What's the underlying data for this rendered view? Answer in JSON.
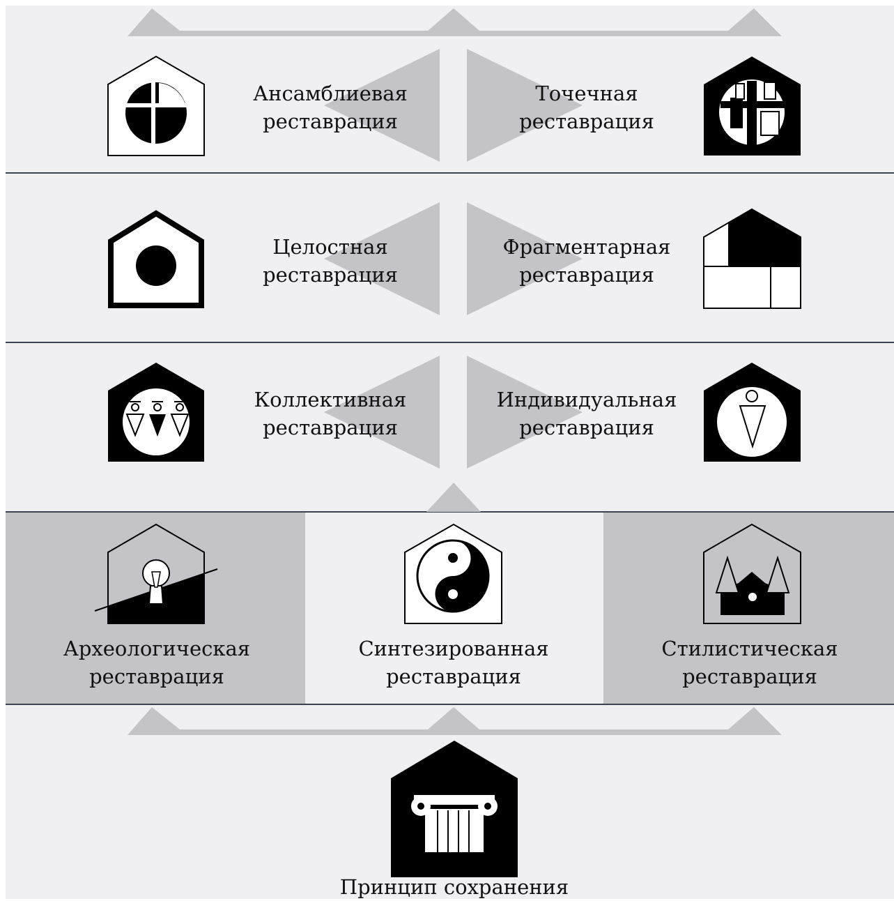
{
  "colors": {
    "background": "#f0f0f2",
    "accent_gray": "#c3c3c8",
    "divider": "#3a4150",
    "ink": "#000000"
  },
  "rows": [
    {
      "left": {
        "line1": "Ансамблиевая",
        "line2": "реставрация",
        "icon": "house-cross-circle-icon"
      },
      "right": {
        "line1": "Точечная",
        "line2": "реставрация",
        "icon": "house-cross-fragment-icon"
      }
    },
    {
      "left": {
        "line1": "Целостная",
        "line2": "реставрация",
        "icon": "house-dot-icon"
      },
      "right": {
        "line1": "Фрагментарная",
        "line2": "реставрация",
        "icon": "house-grid-fragment-icon"
      }
    },
    {
      "left": {
        "line1": "Коллективная",
        "line2": "реставрация",
        "icon": "house-three-figures-icon"
      },
      "right": {
        "line1": "Индивидуальная",
        "line2": "реставрация",
        "icon": "house-single-figure-icon"
      }
    }
  ],
  "methods": [
    {
      "line1": "Археологическая",
      "line2": "реставрация",
      "icon": "house-excavation-icon"
    },
    {
      "line1": "Синтезированная",
      "line2": "реставрация",
      "icon": "house-yin-yang-icon"
    },
    {
      "line1": "Стилистическая",
      "line2": "реставрация",
      "icon": "house-spires-icon"
    }
  ],
  "principle": {
    "label": "Принцип сохранения",
    "icon": "house-ionic-column-icon"
  }
}
